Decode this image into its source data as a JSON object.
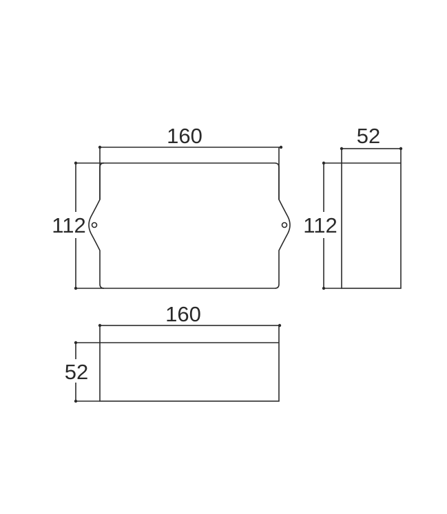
{
  "front_view": {
    "width_label": "160",
    "height_label": "112"
  },
  "side_view": {
    "depth_label": "52",
    "height_label": "112"
  },
  "bottom_view": {
    "width_label": "160",
    "depth_label": "52"
  }
}
